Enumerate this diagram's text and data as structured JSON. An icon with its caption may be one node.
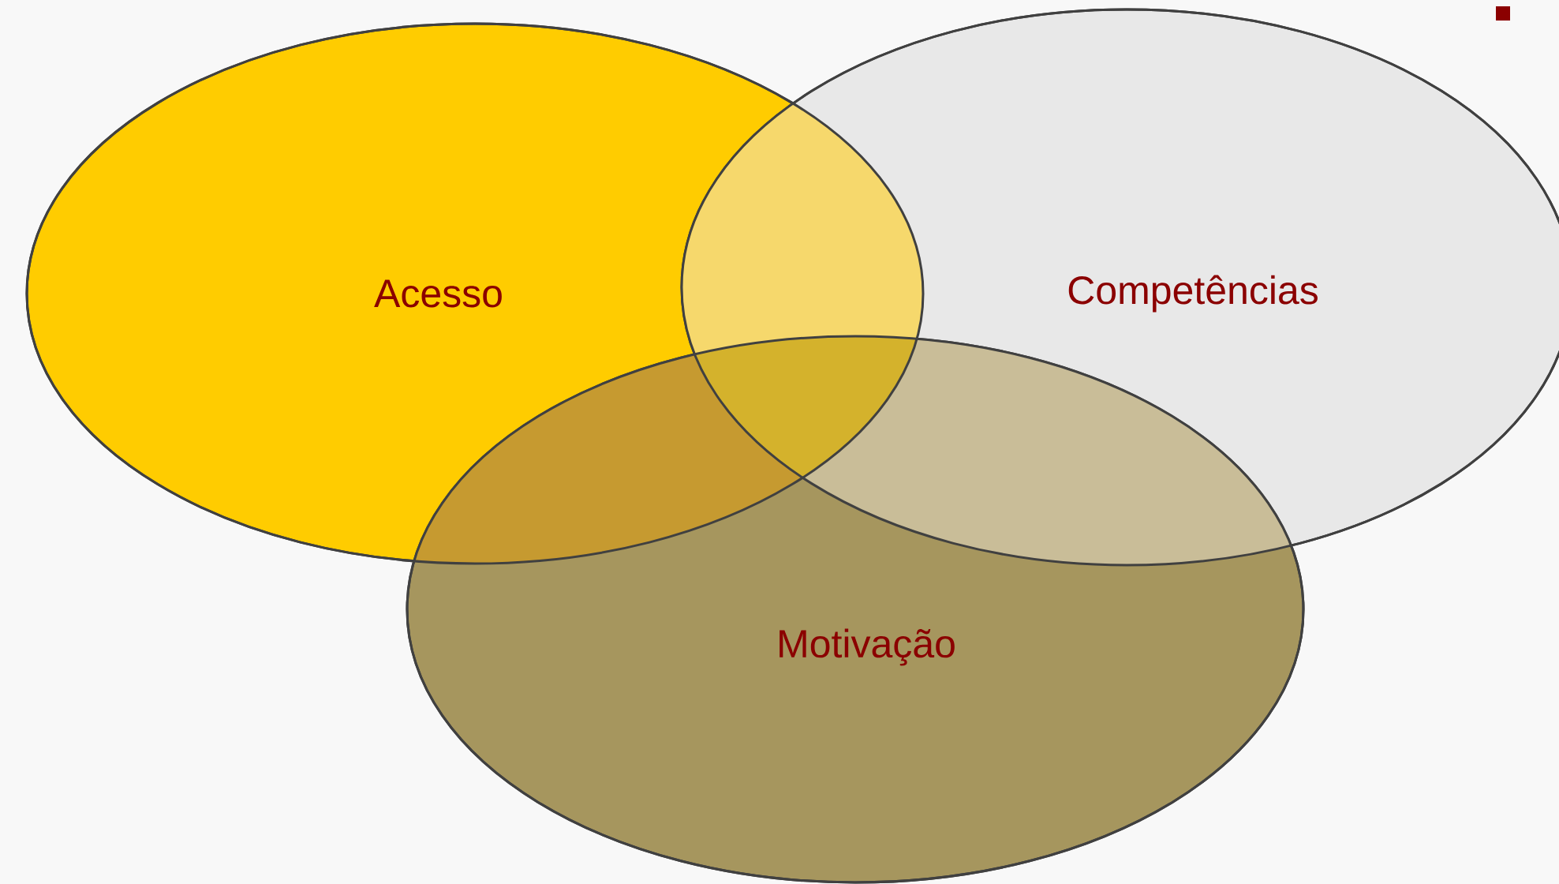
{
  "diagram": {
    "nodes": [
      {
        "text": [
          "Acesso"
        ]
      },
      {
        "text": [
          "Competências"
        ]
      },
      {
        "text": [
          "Motivação"
        ]
      }
    ]
  }
}
